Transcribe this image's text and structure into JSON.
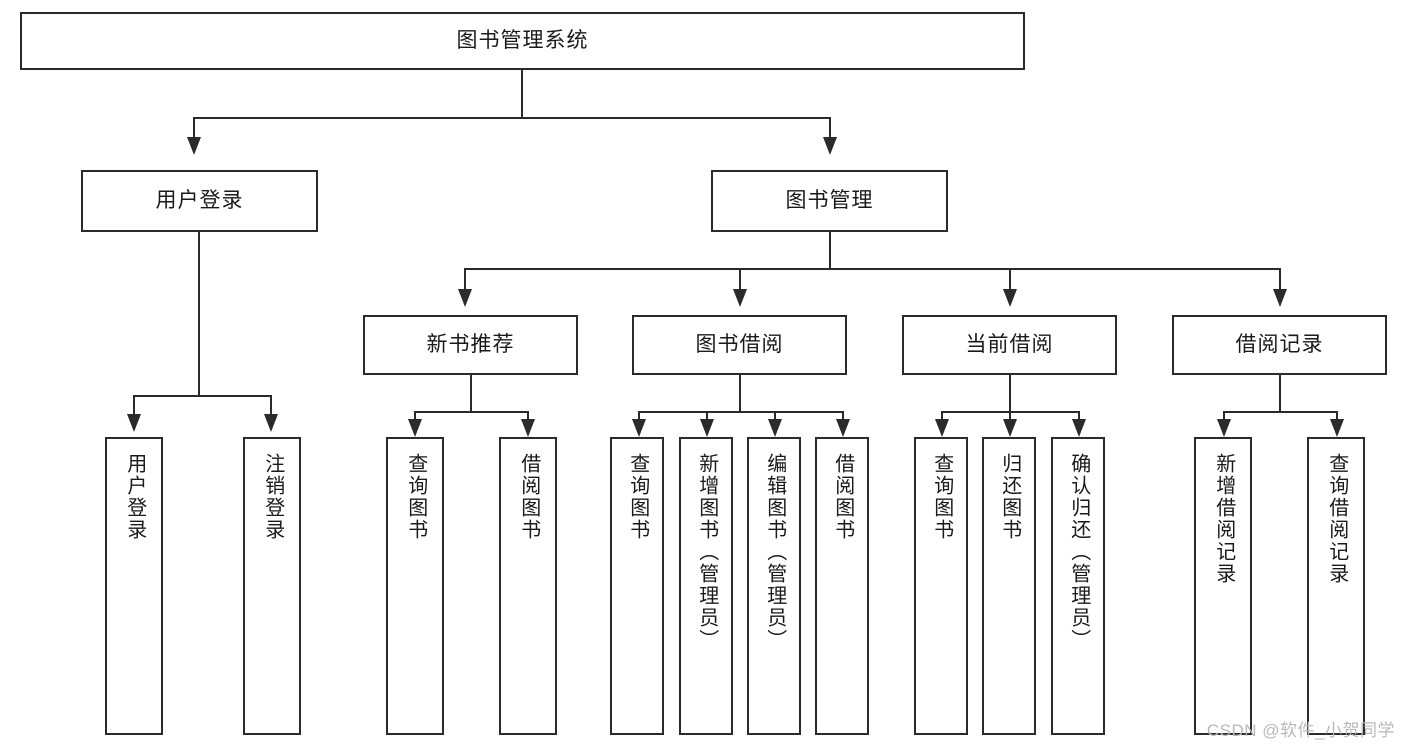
{
  "diagram": {
    "type": "tree-hierarchy-chart",
    "title": "图书管理系统",
    "watermark": "CSDN @软件_小贺同学",
    "colors": {
      "stroke": "#2b2b2b",
      "fill": "#ffffff",
      "text": "#1a1a1a",
      "watermark": "#b9b9b9"
    },
    "levels": [
      {
        "level": 1,
        "nodes": [
          {
            "id": "root",
            "label": "图书管理系统"
          }
        ]
      },
      {
        "level": 2,
        "nodes": [
          {
            "id": "login",
            "label": "用户登录",
            "parent": "root"
          },
          {
            "id": "bookmgmt",
            "label": "图书管理",
            "parent": "root"
          }
        ]
      },
      {
        "level": 3,
        "nodes": [
          {
            "id": "newbook",
            "label": "新书推荐",
            "parent": "bookmgmt"
          },
          {
            "id": "borrow",
            "label": "图书借阅",
            "parent": "bookmgmt"
          },
          {
            "id": "current",
            "label": "当前借阅",
            "parent": "bookmgmt"
          },
          {
            "id": "records",
            "label": "借阅记录",
            "parent": "bookmgmt"
          }
        ]
      },
      {
        "level": 4,
        "nodes": [
          {
            "id": "leaf1",
            "label": "用户登录",
            "parent": "login"
          },
          {
            "id": "leaf2",
            "label": "注销登录",
            "parent": "login"
          },
          {
            "id": "leaf3",
            "label": "查询图书",
            "parent": "newbook"
          },
          {
            "id": "leaf4",
            "label": "借阅图书",
            "parent": "newbook"
          },
          {
            "id": "leaf5",
            "label": "查询图书",
            "parent": "borrow"
          },
          {
            "id": "leaf6",
            "label": "新增图书（管理员）",
            "parent": "borrow"
          },
          {
            "id": "leaf7",
            "label": "编辑图书（管理员）",
            "parent": "borrow"
          },
          {
            "id": "leaf8",
            "label": "借阅图书",
            "parent": "borrow"
          },
          {
            "id": "leaf9",
            "label": "查询图书",
            "parent": "current"
          },
          {
            "id": "leaf10",
            "label": "归还图书",
            "parent": "current"
          },
          {
            "id": "leaf11",
            "label": "确认归还（管理员）",
            "parent": "current"
          },
          {
            "id": "leaf12",
            "label": "新增借阅记录",
            "parent": "records"
          },
          {
            "id": "leaf13",
            "label": "查询借阅记录",
            "parent": "records"
          }
        ]
      }
    ]
  }
}
